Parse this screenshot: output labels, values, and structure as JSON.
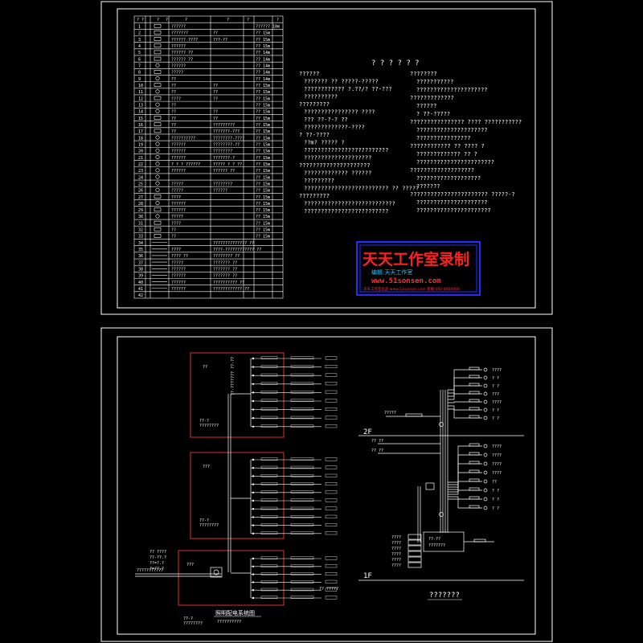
{
  "header_row": [
    "? ?",
    "?",
    "?",
    "?",
    "?",
    "?",
    "?"
  ],
  "legend_rows": [
    {
      "no": "1",
      "name": "??????",
      "spec": "",
      "note": "?????? 10m"
    },
    {
      "no": "2",
      "name": "???????",
      "spec": "??",
      "note": "?? 15m"
    },
    {
      "no": "3",
      "name": "?????? ????",
      "spec": "???-??",
      "note": "?? 15m"
    },
    {
      "no": "4",
      "name": "??????",
      "spec": "",
      "note": "?? 15m"
    },
    {
      "no": "5",
      "name": "?????? ??",
      "spec": "",
      "note": "?? 14m"
    },
    {
      "no": "6",
      "name": "?????? ??",
      "spec": "",
      "note": "?? 14m"
    },
    {
      "no": "7",
      "name": "??????",
      "spec": "",
      "note": "?? 14m"
    },
    {
      "no": "8",
      "name": "?????",
      "spec": "",
      "note": "?? 14m"
    },
    {
      "no": "9",
      "name": "??",
      "spec": "",
      "note": "?? 14m"
    },
    {
      "no": "10",
      "name": "??",
      "spec": "??",
      "note": "?? 15m"
    },
    {
      "no": "11",
      "name": "??",
      "spec": "??",
      "note": "?? 15m"
    },
    {
      "no": "12",
      "name": "????",
      "spec": "??",
      "note": "?? 15m"
    },
    {
      "no": "13",
      "name": "??",
      "spec": "",
      "note": "?? 15m"
    },
    {
      "no": "14",
      "name": "??",
      "spec": "??",
      "note": "?? 15m"
    },
    {
      "no": "15",
      "name": "??",
      "spec": "??",
      "note": "?? 15m"
    },
    {
      "no": "16",
      "name": "??",
      "spec": "?????????",
      "note": "?? 15m"
    },
    {
      "no": "17",
      "name": "??",
      "spec": "???????-???",
      "note": "?? 15m"
    },
    {
      "no": "18",
      "name": "??????????",
      "spec": "????????-????",
      "note": "?? 15m"
    },
    {
      "no": "19",
      "name": "??????",
      "spec": "????????-??",
      "note": "?? 15m"
    },
    {
      "no": "20",
      "name": "??????",
      "spec": "????????",
      "note": "?? 15m"
    },
    {
      "no": "21",
      "name": "??????",
      "spec": "???????-?",
      "note": "?? 15m"
    },
    {
      "no": "22",
      "name": "? ? ? ??????",
      "spec": "????? ? ? ??",
      "note": "?? 15m"
    },
    {
      "no": "23",
      "name": "??????",
      "spec": "?????? ??",
      "note": "?? 15m"
    },
    {
      "no": "24",
      "name": "",
      "spec": "",
      "note": "?? 15m"
    },
    {
      "no": "25",
      "name": "?????",
      "spec": "????????",
      "note": "?? 15m"
    },
    {
      "no": "26",
      "name": "?????",
      "spec": "??????",
      "note": "?? 15m"
    },
    {
      "no": "27",
      "name": "????",
      "spec": "",
      "note": "?? 15m"
    },
    {
      "no": "28",
      "name": "??????",
      "spec": "",
      "note": "?? 15m"
    },
    {
      "no": "29",
      "name": "??????",
      "spec": "",
      "note": "?? 15m"
    },
    {
      "no": "30",
      "name": "?????",
      "spec": "",
      "note": "?? 15m"
    },
    {
      "no": "31",
      "name": "????",
      "spec": "",
      "note": "?? 15m"
    },
    {
      "no": "32",
      "name": "??",
      "spec": "",
      "note": "?? 15m"
    },
    {
      "no": "33",
      "name": "??",
      "spec": "",
      "note": "?? 15m"
    },
    {
      "no": "34",
      "name": "",
      "spec": "?????????????? ??",
      "note": ""
    },
    {
      "no": "35",
      "name": "????",
      "spec": "????-???????????? ??",
      "note": ""
    },
    {
      "no": "36",
      "name": "???? ??",
      "spec": "???????? ??",
      "note": ""
    },
    {
      "no": "37",
      "name": "?????",
      "spec": "??????? ??",
      "note": ""
    },
    {
      "no": "38",
      "name": "??????",
      "spec": "??????? ??",
      "note": ""
    },
    {
      "no": "39",
      "name": "??????",
      "spec": "??????? ??",
      "note": ""
    },
    {
      "no": "40",
      "name": "??????",
      "spec": "?????????? ??",
      "note": ""
    },
    {
      "no": "41",
      "name": "??????",
      "spec": "???????????? ??",
      "note": ""
    },
    {
      "no": "42",
      "name": "",
      "spec": "",
      "note": ""
    }
  ],
  "notes": {
    "heading": "? ? ? ? ? ?",
    "left": [
      "??????",
      "??????? ??  ?????-?????",
      "????????????  ?.??/? ??-???",
      "??????????",
      "?????????",
      "???????????????? ????",
      "???  ??-?-?         ??",
      "?????????????-????",
      "?  ??-????",
      "??m?  ?????  ?",
      "?????????????????????????",
      "????????????????????",
      "?????????????????????",
      "?????????????  ??????",
      "?????????",
      "?????????????????????????  ?? ?????",
      "?????????",
      "???????????????????????????",
      "?????????????????????????"
    ],
    "right": [
      "????????",
      "???????????",
      "?????????????????????",
      "?????????????",
      "??????",
      "?  ??-?????",
      "????????????????  ????  ???????????",
      "?????????????????????",
      "????????????????",
      "????????????    ??  ????  ?",
      "?????????????   ?? ?",
      "???????????????????????",
      "???????????????????",
      "???????????????????",
      "???????",
      "???????????????????????  ?????-?",
      "?????????????????????",
      "??????????????????????"
    ]
  },
  "watermark": {
    "title": "天天工作室录制",
    "sub": "编辑:天天工作室",
    "url": "www.51sonsen.com",
    "footer": "天天工作室出品 www.51sonsen.com 客服:000-0000000"
  },
  "diagram": {
    "boxes": [
      {
        "top": "??",
        "mid": "??-?",
        "bot": "????????"
      },
      {
        "top": "???",
        "mid": "??-?",
        "bot": "????????"
      },
      {
        "top": "???",
        "mid": "??-?",
        "bot": "????????"
      }
    ],
    "branch_label": "??-??????? ??-??",
    "outgoing": "?? ?????",
    "feeder": "???????????",
    "meter_lines": [
      "?? ????",
      "??-??.?",
      "??=?.?",
      "?=??.?"
    ],
    "title": "照明配电系统图",
    "subtitle": "??????????"
  },
  "riser": {
    "floor_2f": "2F",
    "floor_1f": "1F",
    "label_main": "??-??",
    "label_main2": "???????",
    "label_top": "?????",
    "label_left1": "?? ??",
    "label_left2": "?? ??",
    "items_upper": [
      "????",
      "?  ?",
      "?  ?",
      "???"
    ],
    "items_lower": [
      "????",
      "????",
      "????",
      "????",
      "??",
      "?  ?",
      "?  ?",
      "?  ?"
    ],
    "side_labels": [
      "????",
      "????",
      "????",
      "????",
      "????",
      "????"
    ],
    "caption": "???????"
  }
}
